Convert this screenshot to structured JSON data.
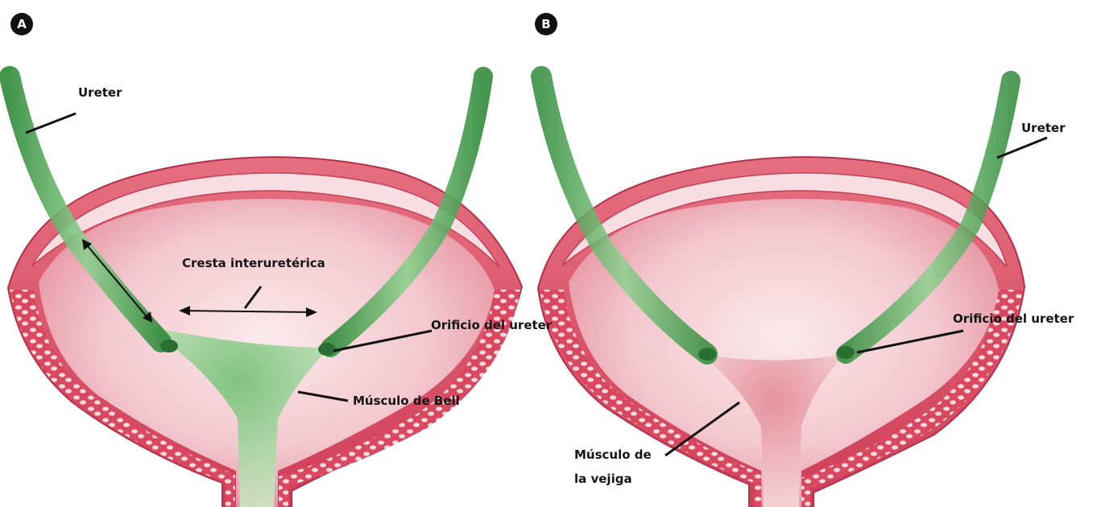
{
  "panels": {
    "a": {
      "badge": "A",
      "ureter_label": "Ureter",
      "ridge_label": "Cresta interuretérica",
      "orifice_label": "Orificio del ureter",
      "muscle_label": "Músculo de Bell"
    },
    "b": {
      "badge": "B",
      "ureter_label": "Ureter",
      "orifice_label": "Orificio del ureter",
      "muscle_label_line1": "Músculo de",
      "muscle_label_line2": "la vejiga"
    }
  },
  "colors": {
    "tissue": "#d94e64",
    "mucosa": "#f6d4da",
    "ureter": "#3f9f47",
    "trigone_a": "#4aa352",
    "trigone_b": "#e07b87"
  }
}
